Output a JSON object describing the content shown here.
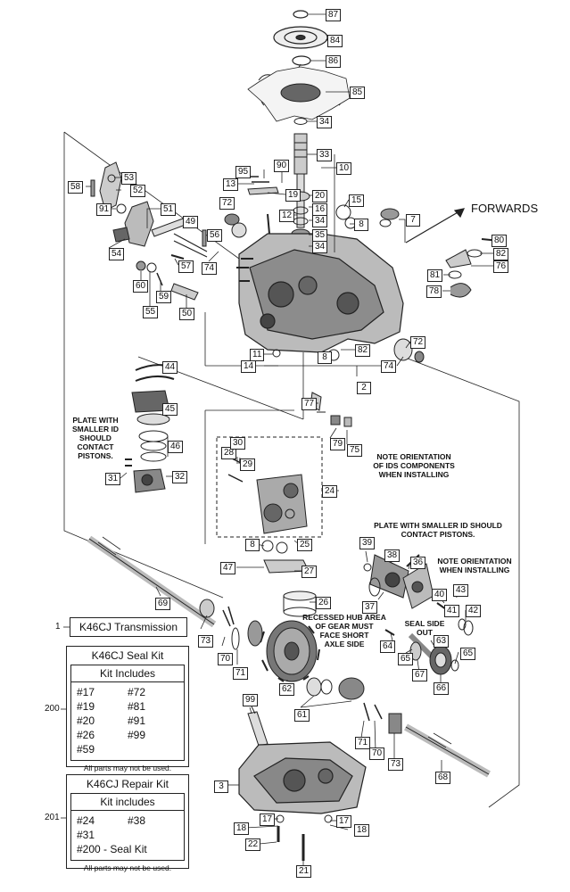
{
  "labels": {
    "n87": "87",
    "n84": "84",
    "n86": "86",
    "n85": "85",
    "n34a": "34",
    "n33": "33",
    "n10": "10",
    "n95": "95",
    "n90": "90",
    "n13": "13",
    "n19": "19",
    "n20": "20",
    "n72a": "72",
    "n12": "12",
    "n16": "16",
    "n15": "15",
    "n34b": "34",
    "n8a": "8",
    "n7": "7",
    "n35": "35",
    "n34c": "34",
    "n58": "58",
    "n53": "53",
    "n52": "52",
    "n91": "91",
    "n51": "51",
    "n49": "49",
    "n54": "54",
    "n56": "56",
    "n57": "57",
    "n74a": "74",
    "n60": "60",
    "n59": "59",
    "n55": "55",
    "n50": "50",
    "n80": "80",
    "n82a": "82",
    "n76": "76",
    "n81": "81",
    "n78": "78",
    "n72b": "72",
    "n74b": "74",
    "n11": "11",
    "n14": "14",
    "n8b": "8",
    "n82b": "82",
    "n2": "2",
    "n44": "44",
    "n45": "45",
    "n46": "46",
    "n32": "32",
    "n31": "31",
    "n77": "77",
    "n79": "79",
    "n75": "75",
    "n28": "28",
    "n30": "30",
    "n29": "29",
    "n24": "24",
    "n8c": "8",
    "n25": "25",
    "n47": "47",
    "n27": "27",
    "n26": "26",
    "n39": "39",
    "n38": "38",
    "n36": "36",
    "n37": "37",
    "n40": "40",
    "n43": "43",
    "n41": "41",
    "n42": "42",
    "n64": "64",
    "n65a": "65",
    "n63": "63",
    "n67": "67",
    "n66": "66",
    "n65b": "65",
    "n69": "69",
    "n1": "1",
    "n73a": "73",
    "n70a": "70",
    "n71a": "71",
    "n62": "62",
    "n61": "61",
    "n200": "200",
    "n99": "99",
    "n71b": "71",
    "n70b": "70",
    "n73b": "73",
    "n68": "68",
    "n3": "3",
    "n201": "201",
    "n18a": "18",
    "n17a": "17",
    "n22": "22",
    "n17b": "17",
    "n18b": "18",
    "n21": "21"
  },
  "notes": {
    "forwards": "FORWARDS",
    "plate_left": [
      "PLATE WITH",
      "SMALLER ID",
      "SHOULD",
      "CONTACT",
      "PISTONS."
    ],
    "ids_note": [
      "NOTE ORIENTATION",
      "OF IDS COMPONENTS",
      "WHEN INSTALLING"
    ],
    "plate_right": "PLATE WITH SMALLER ID SHOULD CONTACT PISTONS.",
    "orient_right": [
      "NOTE ORIENTATION",
      "WHEN INSTALLING"
    ],
    "seal_side": [
      "SEAL SIDE",
      "OUT"
    ],
    "recessed": [
      "RECESSED HUB AREA",
      "OF GEAR MUST",
      "FACE SHORT",
      "AXLE SIDE"
    ]
  },
  "title_box": {
    "ref": "1",
    "text": "K46CJ Transmission"
  },
  "seal_kit": {
    "ref": "200",
    "title": "K46CJ Seal Kit",
    "includes": "Kit Includes",
    "items": [
      "#17",
      "#72",
      "#19",
      "#81",
      "#20",
      "#91",
      "#26",
      "#99",
      "#59",
      ""
    ],
    "footer": "All parts may not be used."
  },
  "repair_kit": {
    "ref": "201",
    "title": "K46CJ Repair Kit",
    "includes": "Kit includes",
    "items": [
      "#24",
      "#38",
      "#31",
      "",
      "#200 - Seal Kit",
      ""
    ],
    "footer": "All parts may not be used."
  }
}
